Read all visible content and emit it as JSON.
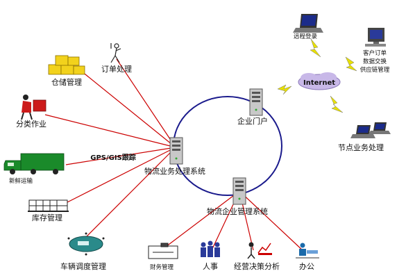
{
  "nodes": {
    "warehouse": "仓储管理",
    "order_processing": "订单处理",
    "sorting": "分类作业",
    "transport": "新鲜运输",
    "gps_gis": "GPS/GIS跟踪",
    "inventory": "库存管理",
    "vehicle_dispatch": "车辆调度管理",
    "logistics_system": "物流业务处理系统",
    "enterprise_portal": "企业门户",
    "enterprise_mgmt": "物流企业管理系统",
    "internet": "Internet",
    "remote_login": "远程登录",
    "customer_order": [
      "客户订单",
      "数据交换",
      "供应链管理"
    ],
    "node_business": "节点业务处理",
    "finance": "财务管理",
    "hr": "人事",
    "decision": "经营决策分析",
    "office": "办公"
  },
  "colors": {
    "spoke": "#cc0000",
    "ring": "#1a1a8c",
    "lightning": "#e8e000",
    "cloud": "#c8b8e8",
    "truck": "#1a8a2a",
    "box": "#f2d21c"
  }
}
